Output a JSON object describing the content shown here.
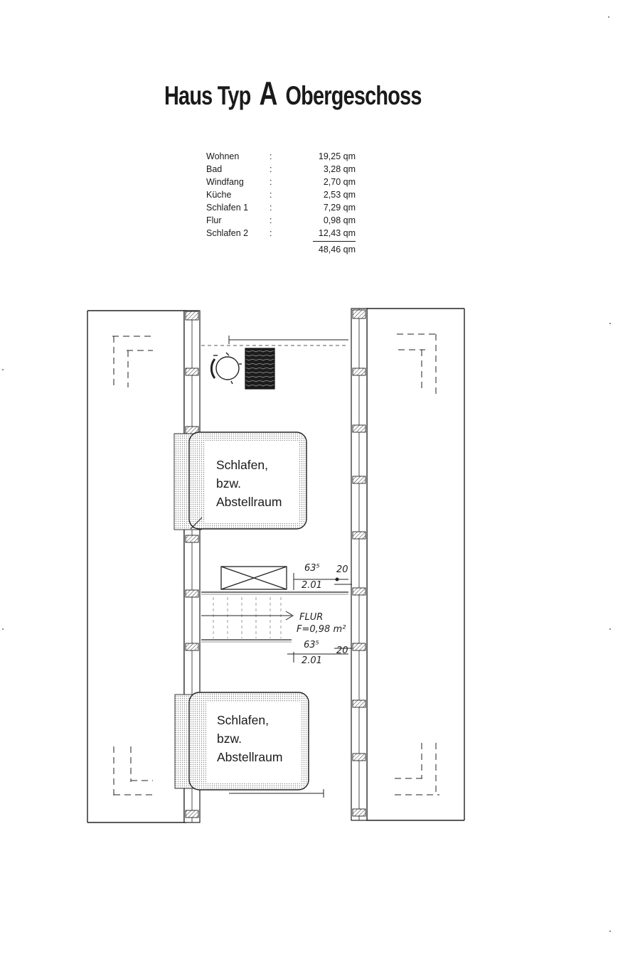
{
  "title": {
    "prefix": "Haus Typ",
    "letter": "A",
    "suffix": "Obergeschoss"
  },
  "areas": [
    {
      "name": "Wohnen",
      "colon": ":",
      "value": "19,25 qm"
    },
    {
      "name": "Bad",
      "colon": ":",
      "value": "3,28 qm"
    },
    {
      "name": "Windfang",
      "colon": ":",
      "value": "2,70 qm"
    },
    {
      "name": "Küche",
      "colon": ":",
      "value": "2,53 qm"
    },
    {
      "name": "Schlafen 1",
      "colon": ":",
      "value": "7,29 qm"
    },
    {
      "name": "Flur",
      "colon": ":",
      "value": "0,98 qm"
    },
    {
      "name": "Schlafen 2",
      "colon": ":",
      "value": "12,43 qm"
    }
  ],
  "total": "48,46 qm",
  "plan": {
    "room_label_top": [
      "Schlafen,",
      "bzw.",
      "Abstellraum"
    ],
    "room_label_bottom": [
      "Schlafen,",
      "bzw.",
      "Abstellraum"
    ],
    "annotations": {
      "dim_a1": "63⁵",
      "dim_a2": "20",
      "dim_a3": "2.01",
      "flur": "FLUR",
      "flur_area": "F=0,98 m²",
      "dim_b1": "63⁵",
      "dim_b2": "20",
      "dim_b3": "2.01"
    }
  }
}
